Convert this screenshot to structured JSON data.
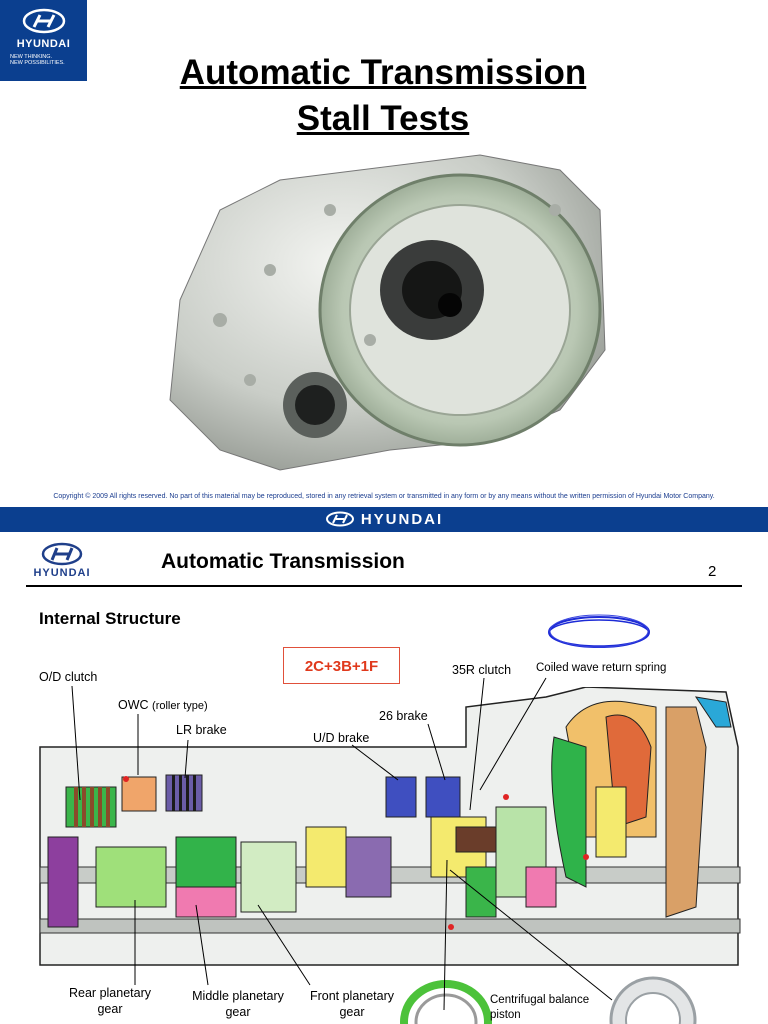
{
  "logo": {
    "brand": "HYUNDAI",
    "tagline_line1": "NEW THINKING.",
    "tagline_line2": "NEW POSSIBILITIES."
  },
  "slide1": {
    "title_line1": "Automatic Transmission",
    "title_line2": "Stall Tests",
    "copyright": "Copyright © 2009 All rights reserved. No part of this material may be reproduced, stored in any retrieval system or transmitted in any form or by any means without the written permission of Hyundai Motor Company.",
    "band_brand": "HYUNDAI"
  },
  "slide2": {
    "logo_brand": "HYUNDAI",
    "title": "Automatic Transmission",
    "page_number": "2",
    "subheading": "Internal Structure",
    "formula": "2C+3B+1F",
    "labels": {
      "od_clutch": "O/D clutch",
      "owc": "OWC",
      "owc_note": "(roller type)",
      "lr_brake": "LR brake",
      "ud_brake": "U/D brake",
      "brake26": "26 brake",
      "clutch35r": "35R clutch",
      "wave_spring": "Coiled wave return spring",
      "rear_planetary_1": "Rear planetary",
      "rear_planetary_2": "gear",
      "middle_planetary_1": "Middle planetary",
      "middle_planetary_2": "gear",
      "front_planetary_1": "Front planetary",
      "front_planetary_2": "gear",
      "balance_piston_1": "Centrifugal balance",
      "balance_piston_2": "piston"
    }
  }
}
